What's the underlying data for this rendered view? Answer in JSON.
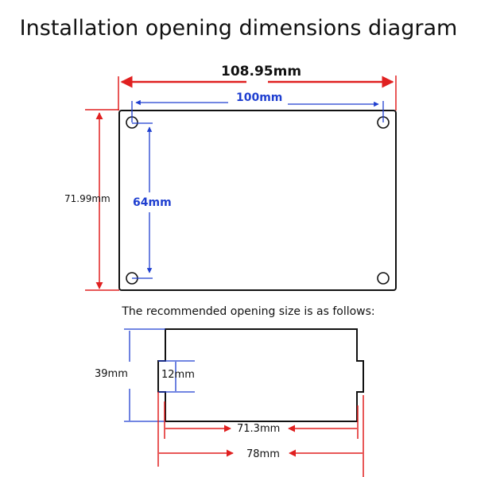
{
  "title": "Installation opening dimensions diagram",
  "subtitle": "The recommended opening size is as follows:",
  "board": {
    "overall_width": "108.95mm",
    "hole_spacing_horizontal": "100mm",
    "hole_spacing_vertical": "64mm",
    "overall_height": "71.99mm"
  },
  "opening": {
    "height": "39mm",
    "tab_height": "12mm",
    "inner_width": "71.3mm",
    "outer_width": "78mm"
  },
  "colors": {
    "red": "#e02020",
    "blue": "#1f3fd0",
    "black": "#111111"
  }
}
